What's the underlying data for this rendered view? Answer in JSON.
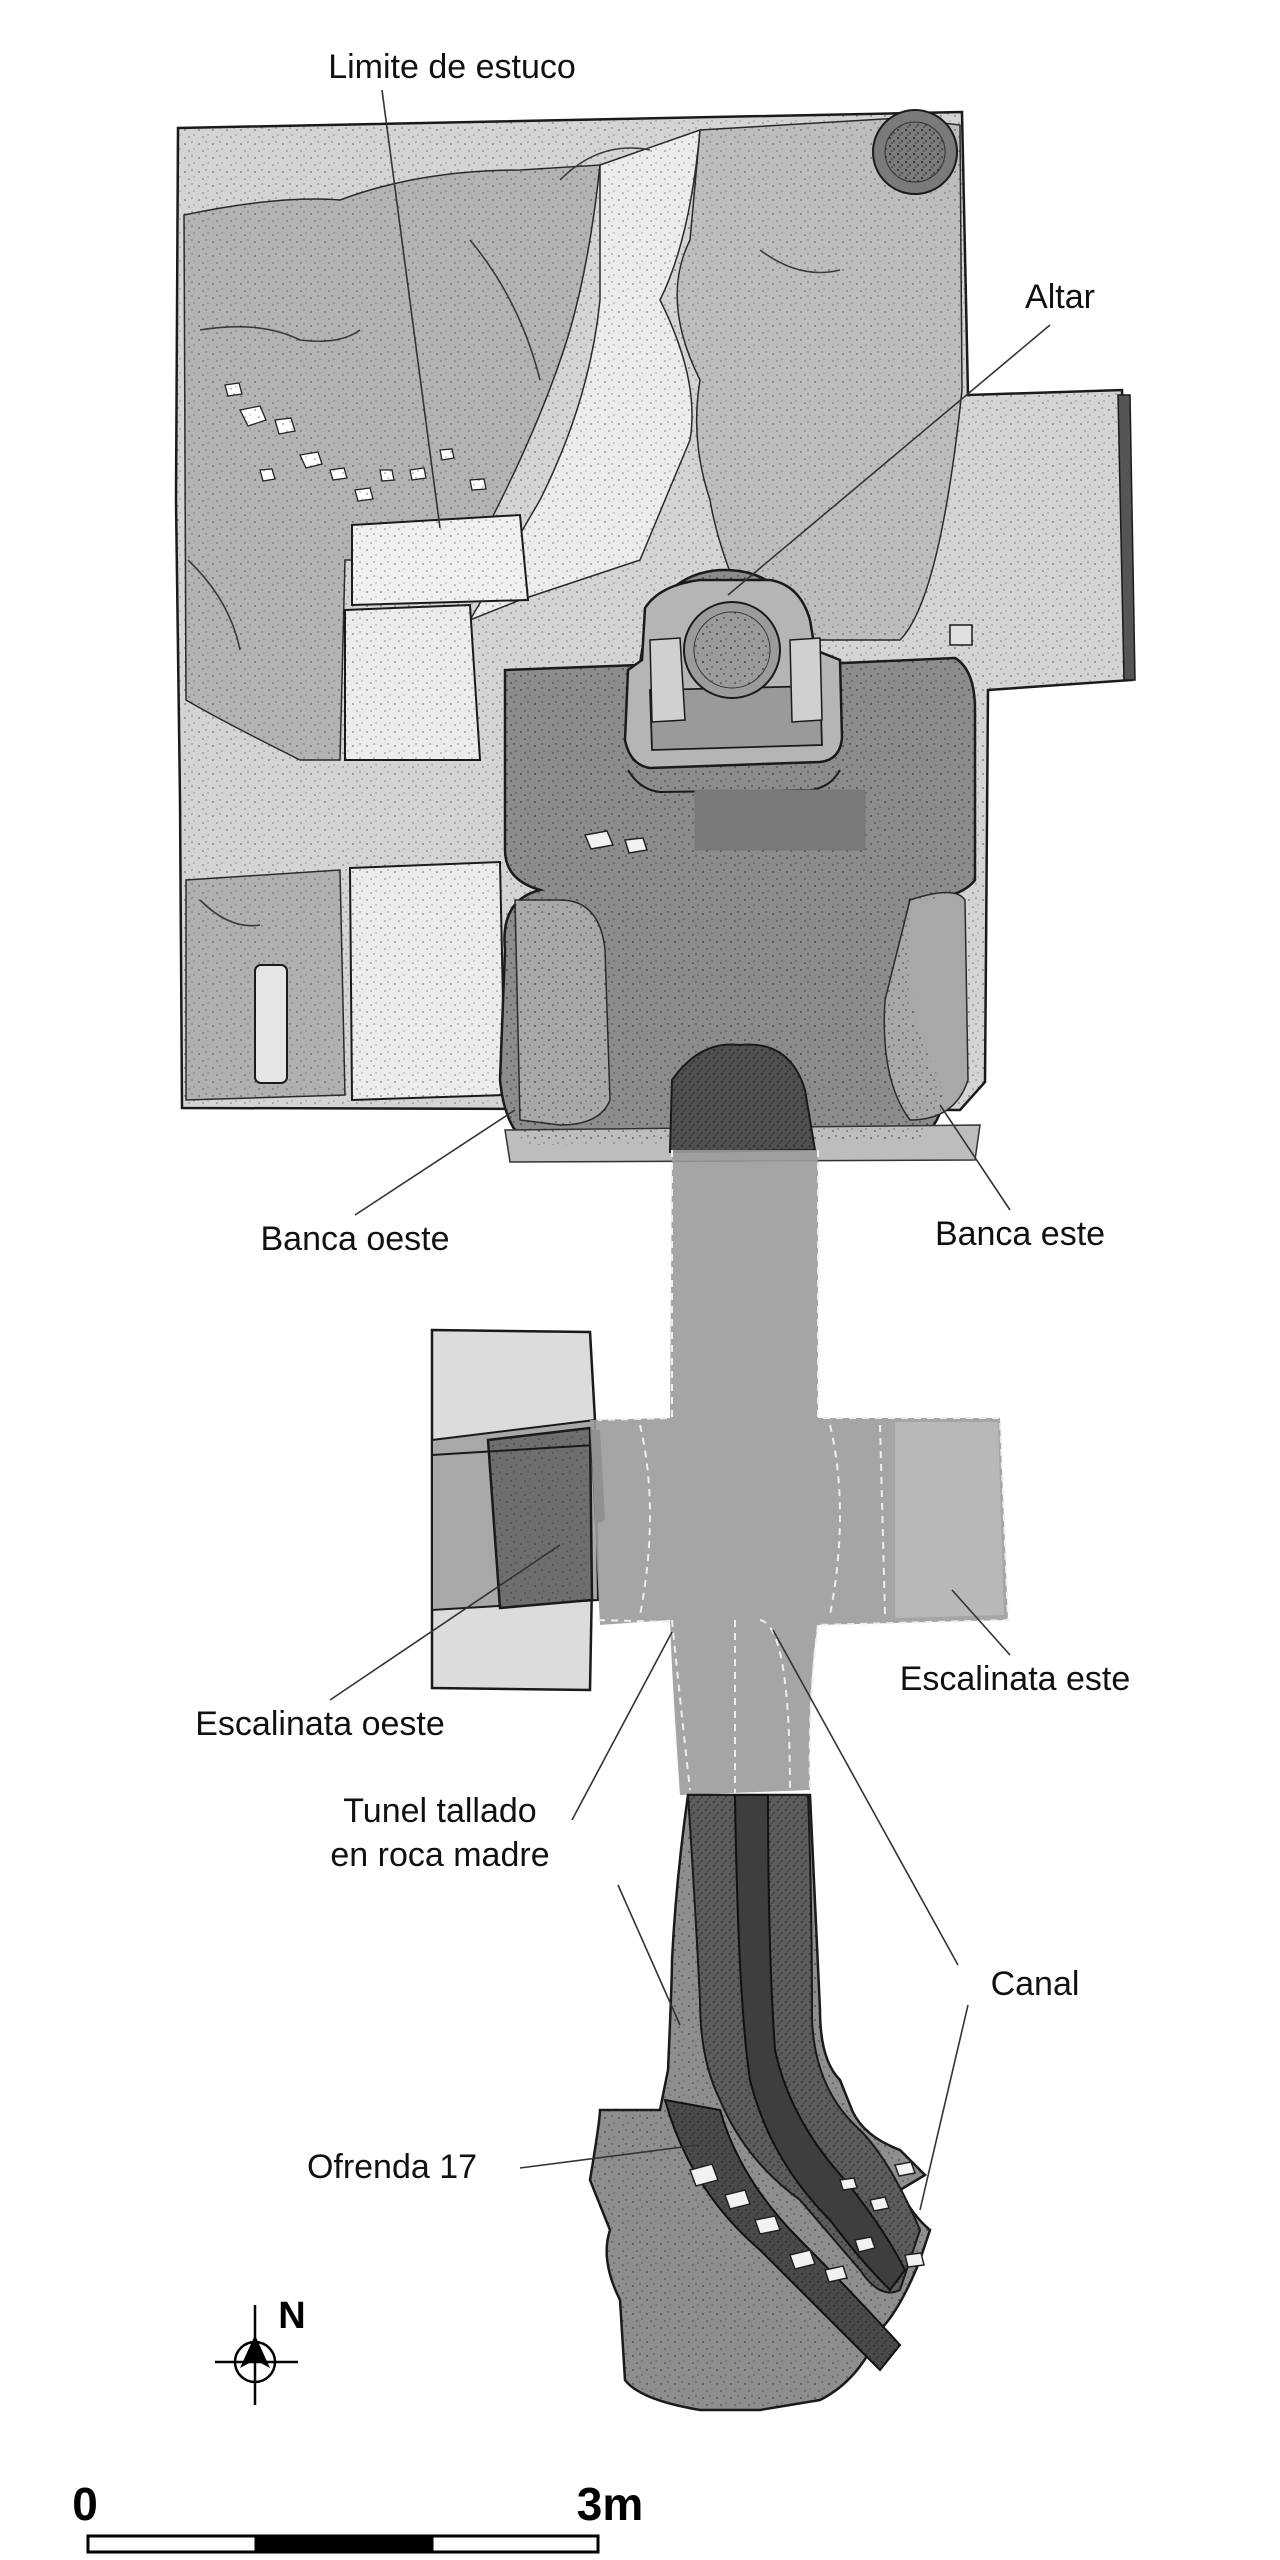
{
  "labels": {
    "limite_estuco": "Limite de estuco",
    "altar": "Altar",
    "banca_oeste": "Banca oeste",
    "banca_este": "Banca este",
    "escalinata_oeste": "Escalinata oeste",
    "escalinata_este": "Escalinata este",
    "tunel_line1": "Tunel tallado",
    "tunel_line2": "en roca madre",
    "canal": "Canal",
    "ofrenda": "Ofrenda 17"
  },
  "north_arrow": {
    "label": "N"
  },
  "scale_bar": {
    "start_label": "0",
    "end_label": "3m"
  }
}
